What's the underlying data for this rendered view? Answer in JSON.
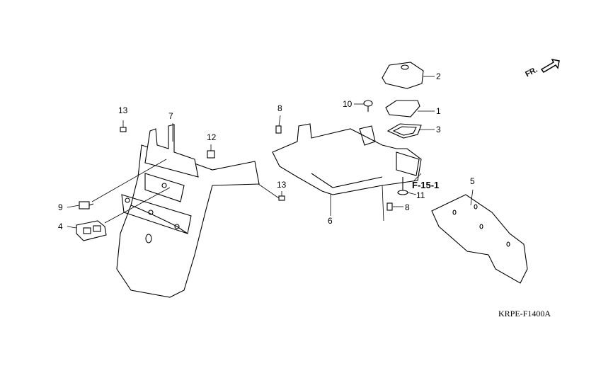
{
  "diagram": {
    "code": "KRPE-F1400A",
    "direction_label": "FR.",
    "reference": "F-15-1",
    "callouts": {
      "c13a": "13",
      "c7": "7",
      "c12": "12",
      "c9": "9",
      "c4": "4",
      "c13b": "13",
      "c8a": "8",
      "c10": "10",
      "c2": "2",
      "c1": "1",
      "c3": "3",
      "c11": "11",
      "c5": "5",
      "c8b": "8",
      "c6": "6"
    }
  }
}
